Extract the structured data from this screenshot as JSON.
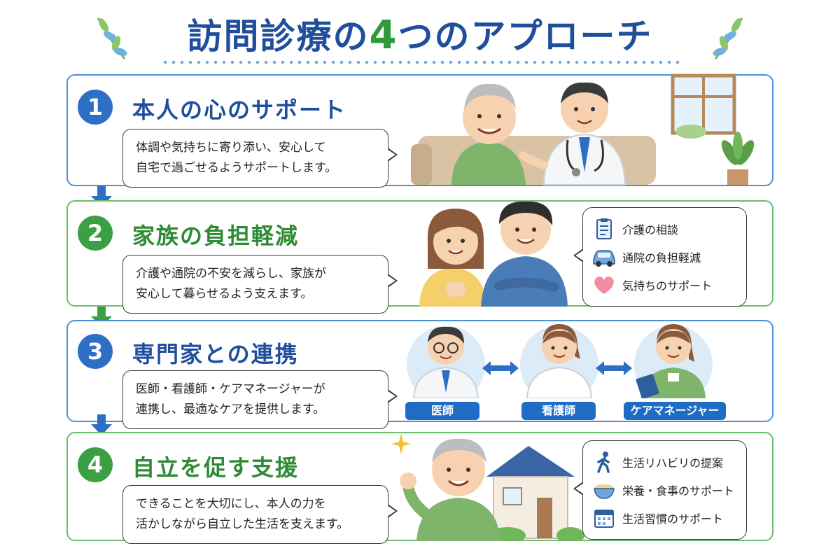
{
  "header": {
    "title_part1": "訪問診療の",
    "title_number": "4",
    "title_part2": "つのアプローチ"
  },
  "colors": {
    "title_blue": "#1f4f9c",
    "accent_green": "#2f9a3a",
    "section_blue": "#4a90d9",
    "section_green": "#6cbf6c"
  },
  "sections": [
    {
      "number": "1",
      "title": "本人の心のサポート",
      "text_line1": "体調や気持ちに寄り添い、安心して",
      "text_line2": "自宅で過ごせるようサポートします。"
    },
    {
      "number": "2",
      "title": "家族の負担軽減",
      "text_line1": "介護や通院の不安を減らし、家族が",
      "text_line2": "安心して暮らせるよう支えます。",
      "list": [
        {
          "icon": "clipboard-icon",
          "label": "介護の相談"
        },
        {
          "icon": "car-icon",
          "label": "通院の負担軽減"
        },
        {
          "icon": "heart-icon",
          "label": "気持ちのサポート"
        }
      ]
    },
    {
      "number": "3",
      "title": "専門家との連携",
      "text_line1": "医師・看護師・ケアマネージャーが",
      "text_line2": "連携し、最適なケアを提供します。",
      "roles": [
        "医師",
        "看護師",
        "ケアマネージャー"
      ]
    },
    {
      "number": "4",
      "title": "自立を促す支援",
      "text_line1": "できることを大切にし、本人の力を",
      "text_line2": "活かしながら自立した生活を支えます。",
      "list": [
        {
          "icon": "walking-person-icon",
          "label": "生活リハビリの提案"
        },
        {
          "icon": "food-bowl-icon",
          "label": "栄養・食事のサポート"
        },
        {
          "icon": "calendar-icon",
          "label": "生活習慣のサポート"
        }
      ]
    }
  ]
}
